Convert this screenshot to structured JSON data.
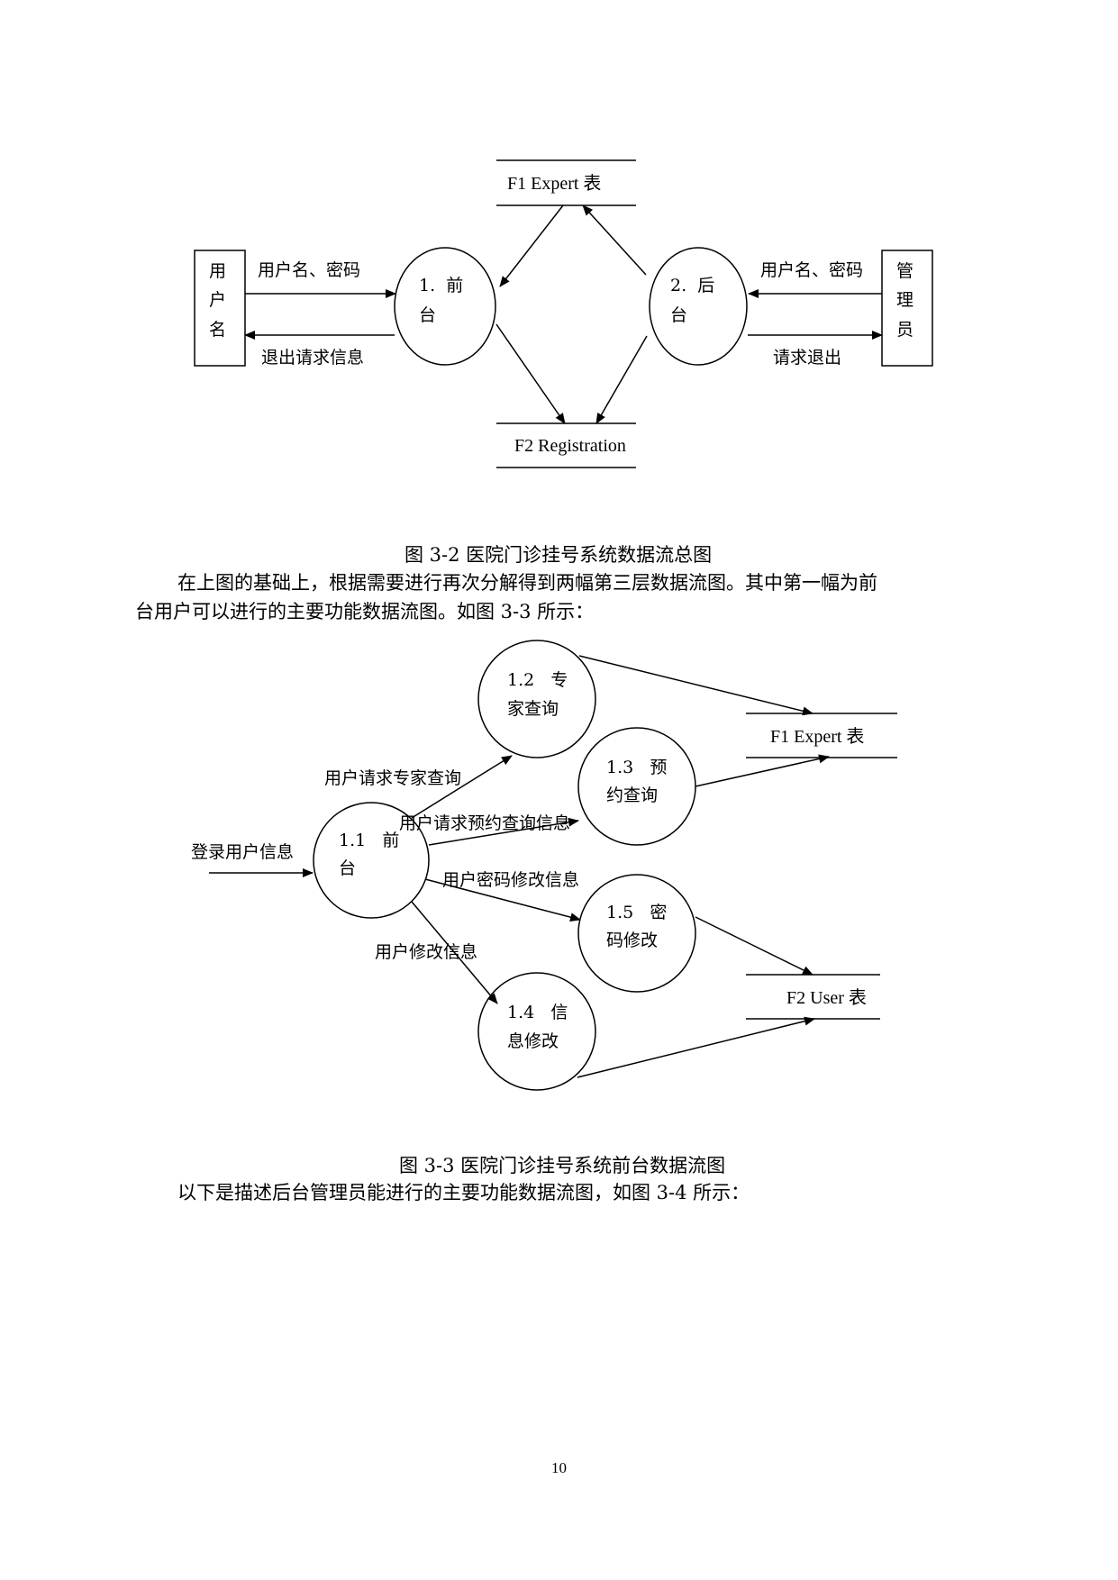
{
  "figure_3_2": {
    "store_f1": "F1 Expert 表",
    "store_f2": "F2 Registration",
    "entity_user": [
      "用",
      "户",
      "名"
    ],
    "entity_admin": [
      "管",
      "理",
      "员"
    ],
    "process_front": [
      "1.  前",
      "台"
    ],
    "process_back": [
      "2.  后",
      "台"
    ],
    "flow_user_login": "用户名、密码",
    "flow_user_exit": "退出请求信息",
    "flow_admin_login": "用户名、密码",
    "flow_admin_exit": "请求退出",
    "caption": "图 3-2   医院门诊挂号系统数据流总图"
  },
  "paragraph_1": {
    "line1": "在上图的基础上，根据需要进行再次分解得到两幅第三层数据流图。其中第一幅为前",
    "line2": "台用户可以进行的主要功能数据流图。如图 3-3 所示："
  },
  "figure_3_3": {
    "store_f1": "F1 Expert 表",
    "store_f2": "F2 User 表",
    "p11": [
      "1.1   前",
      "台"
    ],
    "p12": [
      "1.2   专",
      "家查询"
    ],
    "p13": [
      "1.3   预",
      "约查询"
    ],
    "p14": [
      "1.4   信",
      "息修改"
    ],
    "p15": [
      "1.5   密",
      "码修改"
    ],
    "flow_login": "登录用户信息",
    "flow_expert": "用户请求专家查询",
    "flow_reserve": "用户请求预约查询信息",
    "flow_password": "用户密码修改信息",
    "flow_modify": "用户修改信息",
    "caption": "图 3-3 医院门诊挂号系统前台数据流图"
  },
  "paragraph_2": {
    "line1": "以下是描述后台管理员能进行的主要功能数据流图，如图 3-4 所示："
  },
  "page_number": "10"
}
